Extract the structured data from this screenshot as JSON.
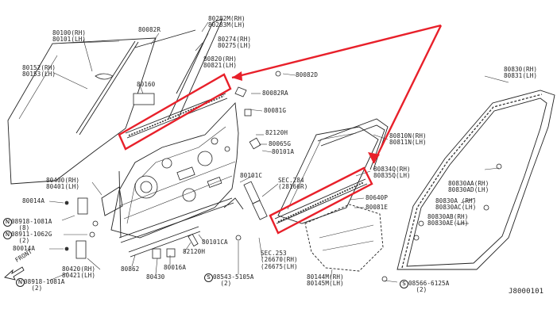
{
  "diagram_id": "J8000101",
  "callouts": {
    "c80100": "80100(RH)\n80101(LH)",
    "c80082R": "80082R",
    "c80282M": "80282M(RH)\n80283M(LH)",
    "c80274": "80274(RH)\n80275(LH)",
    "c80820": "80820(RH)\n80821(LH)",
    "c80152": "80152(RH)\n80153(LH)",
    "c80160": "80160",
    "c80082D": "80082D",
    "c80082RA": "80082RA",
    "c80081G": "80081G",
    "c82120H_top": "82120H",
    "c80065G": "80065G",
    "c80101A": "80101A",
    "c80101C": "80101C",
    "c80810N": "80810N(RH)\n80811N(LH)",
    "c80834Q": "80834Q(RH)\n80835Q(LH)",
    "c80640P": "80640P",
    "c80081E": "80081E",
    "c80830": "80830(RH)\n80831(LH)",
    "c80830AA": "80830AA(RH)\n80830AD(LH)",
    "c80830A": "80830A (RH)\n80830AC(LH)",
    "c80830AB": "80830AB(RH)\n80830AE(LH)",
    "c80400": "80400(RH)\n80401(LH)",
    "c80014A_top": "80014A",
    "c08918_top": "08918-1081A\n  (8)",
    "c08911": "08911-1062G\n  (2)",
    "c80014A_bot": "80014A",
    "c80420": "80420(RH)\n80421(LH)",
    "c80862": "80862",
    "c80430": "80430",
    "c80016A": "80016A",
    "c82120H_bot": "82120H",
    "c80101CA": "80101CA",
    "c08543": "08543-5105A\n  (2)",
    "c08918_bot": "08918-1081A\n  (2)",
    "sec284": "SEC.284\n(28166R)",
    "sec253": "SEC.253\n(26670(RH)\n(26675(LH)",
    "c80144M": "80144M(RH)\n80145M(LH)",
    "c08566": "08566-6125A\n  (2)",
    "front": "FRONT",
    "n_sym": "N",
    "s_sym": "S"
  },
  "colors": {
    "highlight": "#e8202a",
    "line": "#333333",
    "background": "#ffffff"
  }
}
